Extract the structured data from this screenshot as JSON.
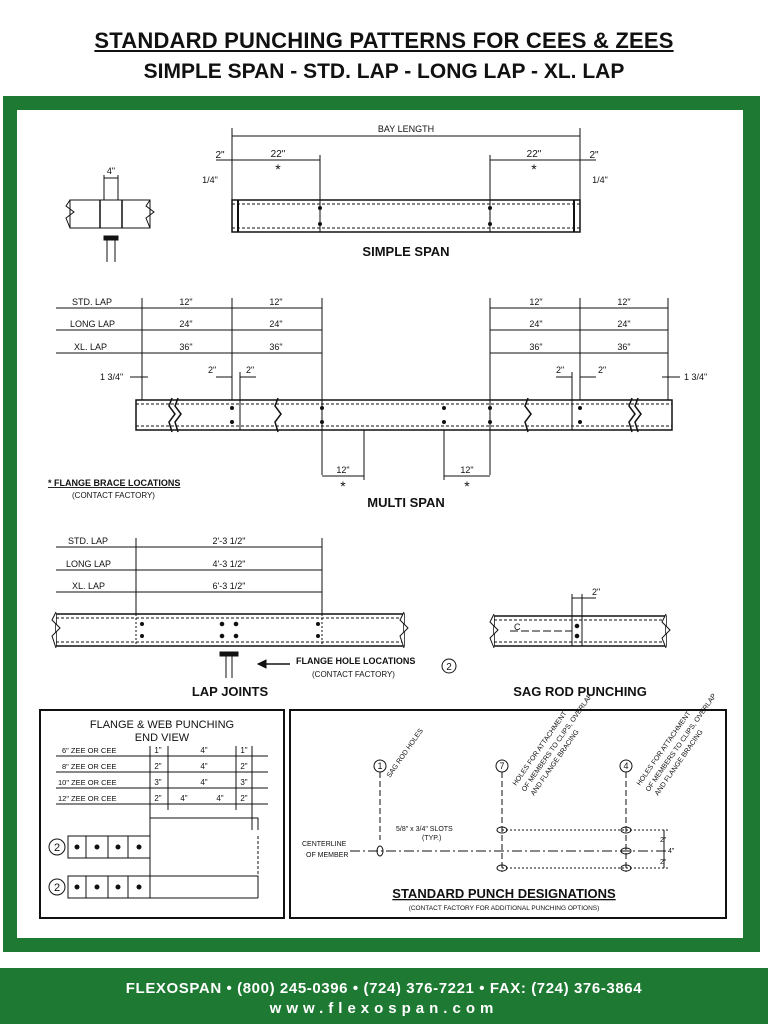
{
  "header": {
    "title": "STANDARD PUNCHING PATTERNS FOR CEES & ZEES",
    "subtitle": "SIMPLE SPAN - STD. LAP - LONG LAP - XL. LAP"
  },
  "colors": {
    "brand_green": "#1e7a33",
    "ink": "#111111",
    "footer_text": "#ffffff"
  },
  "simple_span": {
    "bay_length": "BAY LENGTH",
    "dim_2_left": "2\"",
    "dim_22_left": "22\"",
    "dim_22_right": "22\"",
    "dim_2_right": "2\"",
    "dim_quarter_left": "1/4\"",
    "dim_quarter_right": "1/4\"",
    "dim_4": "4\"",
    "star": "*",
    "label": "SIMPLE SPAN"
  },
  "multi_span": {
    "rows": [
      {
        "label": "STD. LAP",
        "left1": "12\"",
        "left2": "12\"",
        "right1": "12\"",
        "right2": "12\""
      },
      {
        "label": "LONG LAP",
        "left1": "24\"",
        "left2": "24\"",
        "right1": "24\"",
        "right2": "24\""
      },
      {
        "label": "XL. LAP",
        "left1": "36\"",
        "left2": "36\"",
        "right1": "36\"",
        "right2": "36\""
      }
    ],
    "dim_134_left": "1 3/4\"",
    "dim_134_right": "1 3/4\"",
    "dim_2a": "2\"",
    "dim_2b": "2\"",
    "dim_2c": "2\"",
    "dim_2d": "2\"",
    "dim_12_left": "12\"",
    "dim_12_right": "12\"",
    "label": "MULTI SPAN",
    "flange_brace_note": "* FLANGE BRACE LOCATIONS",
    "flange_brace_sub": "(CONTACT FACTORY)"
  },
  "lap_joints": {
    "rows": [
      {
        "label": "STD. LAP",
        "value": "2'-3 1/2\""
      },
      {
        "label": "LONG LAP",
        "value": "4'-3 1/2\""
      },
      {
        "label": "XL. LAP",
        "value": "6'-3 1/2\""
      }
    ],
    "flange_hole_note": "FLANGE HOLE LOCATIONS",
    "flange_hole_sub": "(CONTACT FACTORY)",
    "circle_2": "2",
    "label": "LAP JOINTS"
  },
  "sag_rod": {
    "dim_2": "2\"",
    "centerline_mark": "C",
    "label": "SAG ROD PUNCHING"
  },
  "end_view": {
    "title1": "FLANGE & WEB PUNCHING",
    "title2": "END VIEW",
    "rows": [
      {
        "label": "6\" ZEE OR CEE",
        "c1": "1\"",
        "c2": "4\"",
        "c3": "1\""
      },
      {
        "label": "8\" ZEE OR CEE",
        "c1": "2\"",
        "c2": "4\"",
        "c3": "2\""
      },
      {
        "label": "10\" ZEE OR CEE",
        "c1": "3\"",
        "c2": "4\"",
        "c3": "3\""
      },
      {
        "label": "12\" ZEE OR CEE",
        "c1": "2\"",
        "c2": "4\"",
        "c3": "4\"",
        "c4": "2\""
      }
    ],
    "circle_2a": "2",
    "circle_2b": "2"
  },
  "designations": {
    "circle_1": "1",
    "circle_7": "7",
    "circle_4": "4",
    "sag_rod_holes": "SAG ROD HOLES",
    "holes_note_7_a": "HOLES FOR ATTACHMENT",
    "holes_note_7_b": "OF MEMBERS TO CLIPS, OVERLAP",
    "holes_note_7_c": "AND FLANGE BRACING",
    "holes_note_4_a": "HOLES FOR ATTACHMENT",
    "holes_note_4_b": "OF MEMBERS TO CLIPS, OVERLAP",
    "holes_note_4_c": "AND FLANGE BRACING",
    "slots": "5/8\" x 3/4\" SLOTS",
    "slots_typ": "(TYP.)",
    "centerline": "CENTERLINE",
    "of_member": "OF MEMBER",
    "dim_a": "2\"",
    "dim_b": "4\"",
    "dim_c": "2\"",
    "title": "STANDARD PUNCH DESIGNATIONS",
    "subtitle": "(CONTACT FACTORY FOR ADDITIONAL PUNCHING OPTIONS)"
  },
  "footer": {
    "line1": "FLEXOSPAN  •  (800) 245-0396  •  (724) 376-7221  •  FAX: (724) 376-3864",
    "line2": "www.flexospan.com"
  }
}
